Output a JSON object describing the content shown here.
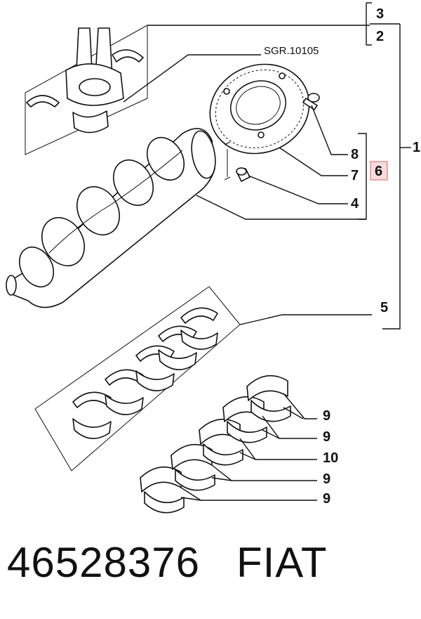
{
  "diagram": {
    "reference_label": "SGR.10105",
    "callouts": {
      "c1": "1",
      "c2": "2",
      "c3": "3",
      "c4": "4",
      "c5": "5",
      "c6": "6",
      "c7": "7",
      "c8": "8",
      "c9a": "9",
      "c9b": "9",
      "c10": "10",
      "c9c": "9",
      "c9d": "9"
    },
    "highlighted_callout": "6",
    "highlight_color": "#f7dcdc"
  },
  "footer": {
    "part_number": "46528376",
    "brand": "FIAT"
  }
}
